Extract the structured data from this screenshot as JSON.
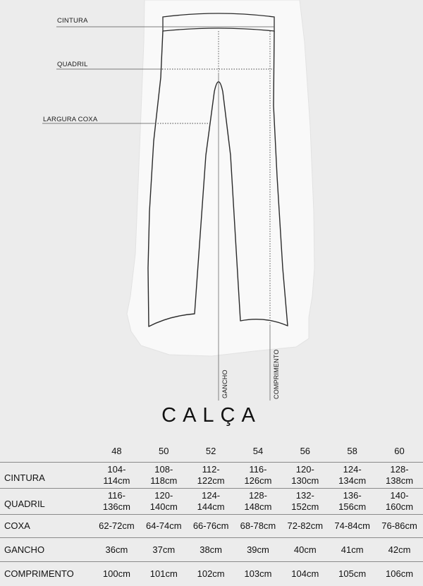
{
  "diagram": {
    "labels": {
      "waist": "CINTURA",
      "hip": "QUADRIL",
      "thigh": "LARGURA COXA",
      "rise": "GANCHO",
      "length": "COMPRIMENTO"
    }
  },
  "title": "CALÇA",
  "table": {
    "sizes": [
      "48",
      "50",
      "52",
      "54",
      "56",
      "58",
      "60"
    ],
    "rows": [
      {
        "label": "CINTURA",
        "values": [
          "104-\n114cm",
          "108-\n118cm",
          "112-\n122cm",
          "116-\n126cm",
          "120-\n130cm",
          "124-\n134cm",
          "128-\n138cm"
        ]
      },
      {
        "label": "QUADRIL",
        "values": [
          "116-\n136cm",
          "120-\n140cm",
          "124-\n144cm",
          "128-\n148cm",
          "132-\n152cm",
          "136-\n156cm",
          "140-\n160cm"
        ]
      },
      {
        "label": "COXA",
        "values": [
          "62-72cm",
          "64-74cm",
          "66-76cm",
          "68-78cm",
          "72-82cm",
          "74-84cm",
          "76-86cm"
        ]
      },
      {
        "label": "GANCHO",
        "values": [
          "36cm",
          "37cm",
          "38cm",
          "39cm",
          "40cm",
          "41cm",
          "42cm"
        ]
      },
      {
        "label": "COMPRIMENTO",
        "values": [
          "100cm",
          "101cm",
          "102cm",
          "103cm",
          "104cm",
          "105cm",
          "106cm"
        ]
      }
    ]
  }
}
